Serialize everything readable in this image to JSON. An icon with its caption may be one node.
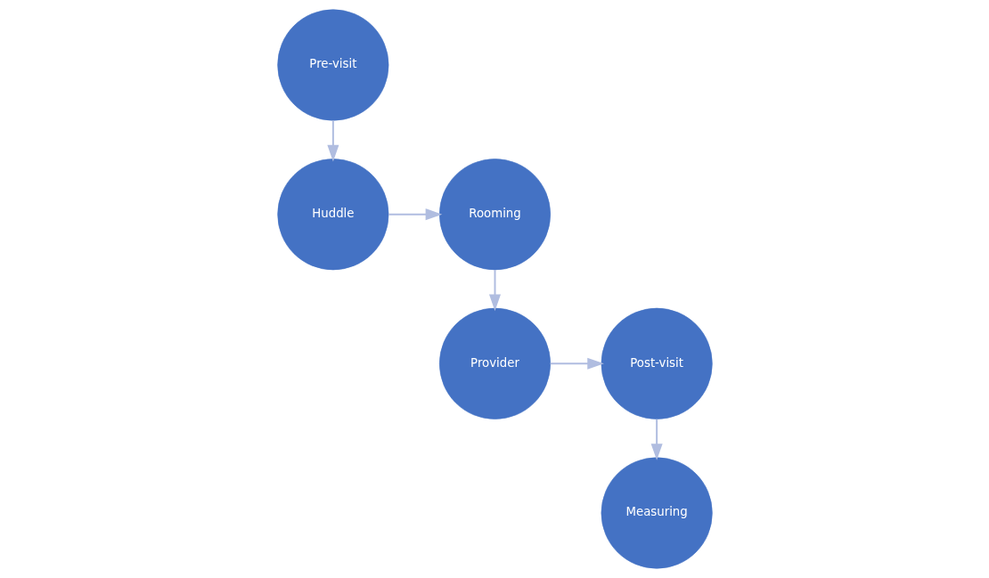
{
  "diagram": {
    "nodes": [
      {
        "text": [
          "Pre-visit"
        ]
      },
      {
        "text": [
          "Huddle"
        ]
      },
      {
        "text": [
          "Rooming"
        ]
      },
      {
        "text": [
          "Provider"
        ]
      },
      {
        "text": [
          "Post-visit"
        ]
      },
      {
        "text": [
          "Measuring"
        ]
      }
    ],
    "edges": [
      {
        "from": 0,
        "to": 1,
        "arrow": "to"
      },
      {
        "from": 1,
        "to": 2,
        "arrow": "to"
      },
      {
        "from": 2,
        "to": 3,
        "arrow": "to"
      },
      {
        "from": 3,
        "to": 4,
        "arrow": "to"
      },
      {
        "from": 4,
        "to": 5,
        "arrow": "to"
      }
    ]
  }
}
